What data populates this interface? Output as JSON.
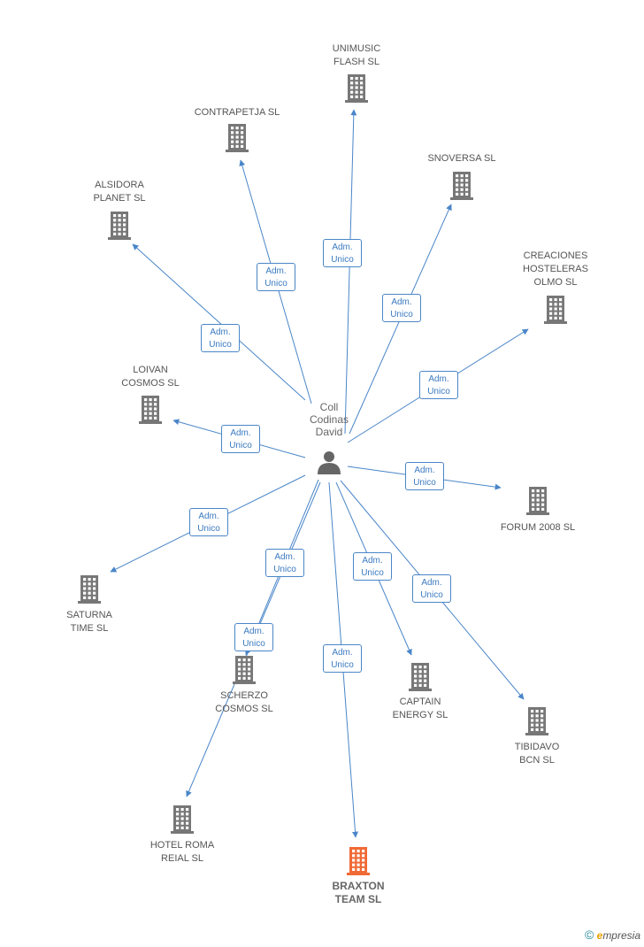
{
  "colors": {
    "edge": "#4a86c8",
    "building": "#777777",
    "building_highlight": "#f06a35",
    "person": "#666666"
  },
  "center": {
    "name": "Coll\nCodinas\nDavid",
    "icon": "person-icon"
  },
  "edge_label": "Adm.\nUnico",
  "companies": [
    {
      "id": "unimusic",
      "name": "UNIMUSIC\nFLASH  SL"
    },
    {
      "id": "contrapetja",
      "name": "CONTRAPETJA SL"
    },
    {
      "id": "snoversa",
      "name": "SNOVERSA SL"
    },
    {
      "id": "alsidora",
      "name": "ALSIDORA\nPLANET SL"
    },
    {
      "id": "creaciones",
      "name": "CREACIONES\nHOSTELERAS\nOLMO SL"
    },
    {
      "id": "loivan",
      "name": "LOIVAN\nCOSMOS SL"
    },
    {
      "id": "forum",
      "name": "FORUM 2008  SL"
    },
    {
      "id": "saturna",
      "name": "SATURNA\nTIME SL"
    },
    {
      "id": "scherzo",
      "name": "SCHERZO\nCOSMOS SL"
    },
    {
      "id": "captain",
      "name": "CAPTAIN\nENERGY SL"
    },
    {
      "id": "tibidavo",
      "name": "TIBIDAVO\nBCN SL"
    },
    {
      "id": "hotelroma",
      "name": "HOTEL ROMA\nREIAL SL"
    },
    {
      "id": "braxton",
      "name": "BRAXTON\nTEAM SL",
      "highlight": true
    }
  ],
  "footer": {
    "copyright": "©",
    "brand_initial": "e",
    "brand_rest": "mpresia"
  }
}
